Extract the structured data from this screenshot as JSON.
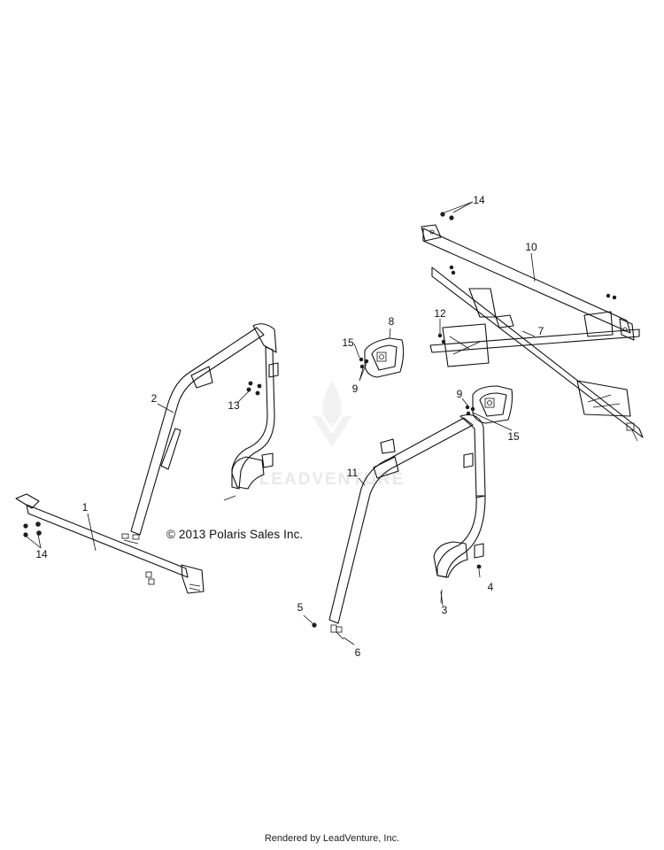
{
  "copyright": "© 2013 Polaris Sales Inc.",
  "footer": "Rendered by LeadVenture, Inc.",
  "watermark": "LEADVENTURE",
  "callouts": {
    "c1": "1",
    "c2": "2",
    "c3": "3",
    "c4": "4",
    "c5": "5",
    "c6": "6",
    "c7": "7",
    "c8": "8",
    "c9a": "9",
    "c9b": "9",
    "c10": "10",
    "c11": "11",
    "c12": "12",
    "c13": "13",
    "c14a": "14",
    "c14b": "14",
    "c15a": "15",
    "c15b": "15"
  }
}
